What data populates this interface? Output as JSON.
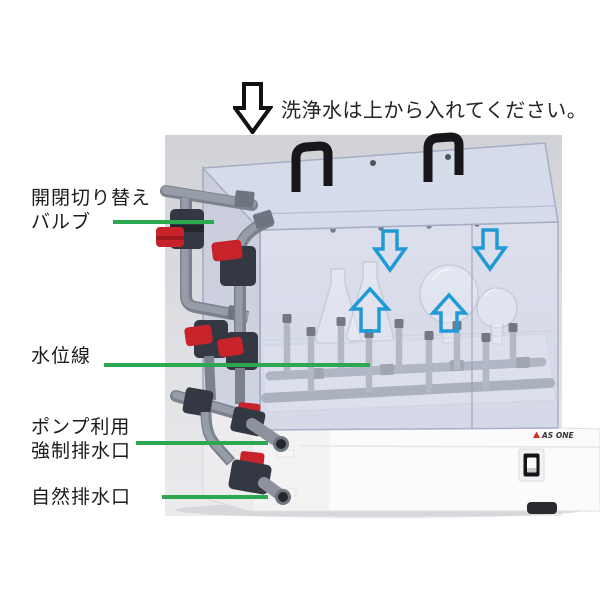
{
  "instruction": {
    "text": "洗浄水は上から入れてください。"
  },
  "callouts": {
    "valve": {
      "line1": "開閉切り替え",
      "line2": "バルブ"
    },
    "water_level": {
      "line1": "水位線"
    },
    "pump_drain": {
      "line1": "ポンプ利用",
      "line2": "強制排水口"
    },
    "natural_drain": {
      "line1": "自然排水口"
    }
  },
  "device": {
    "brand": "AS ONE"
  },
  "icons": {
    "water_inlet_arrow": "black-outline-down-arrow",
    "flow_down_arrows_count": 2,
    "flow_up_arrows_count": 2
  },
  "colors": {
    "callout_green": "#2BA850",
    "flow_arrow_blue": "#1F9AD6",
    "valve_handle_red": "#C8232A",
    "pipe_gray": "#8B919C",
    "acrylic_tint": "#D6DAE7",
    "photo_background": "#D3D5D9"
  }
}
